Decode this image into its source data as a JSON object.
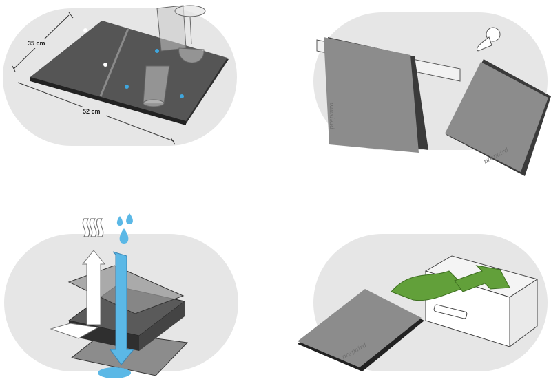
{
  "dimensions": {
    "depth_label": "35 cm",
    "width_label": "52 cm"
  },
  "brand": {
    "text": "prepaird"
  },
  "colors": {
    "blob": "#e6e6e6",
    "board_dark": "#4d4d4d",
    "board_grey": "#8c8c8c",
    "water": "#5bb8e6",
    "green": "#62a03a",
    "outline": "#333333"
  },
  "icons": [
    "drying-rack-icon",
    "hook-icon",
    "steam-icon",
    "water-drops-icon",
    "drawer-icon",
    "snowflake-icon"
  ]
}
